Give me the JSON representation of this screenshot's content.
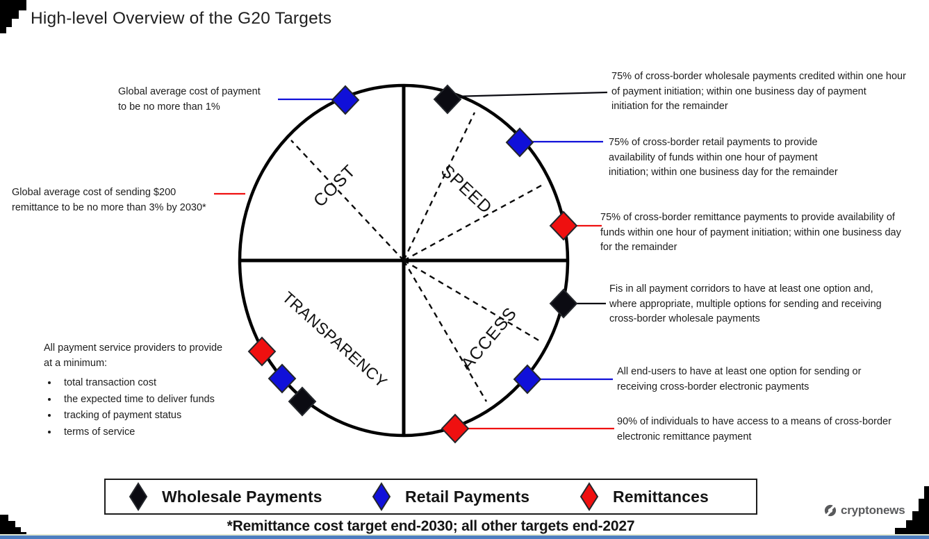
{
  "title": "High-level Overview of the G20 Targets",
  "quadrants": {
    "cost": "COST",
    "speed": "SPEED",
    "transparency": "TRANSPARENCY",
    "access": "ACCESS"
  },
  "annotations": {
    "cost_retail": "Global average cost of payment\nto be no more than 1%",
    "cost_remittance": "Global average cost of sending $200\nremittance to be no more than 3% by 2030*",
    "speed_wholesale": "75% of cross-border wholesale payments credited within one hour\nof payment initiation; within one business day of payment\ninitiation for the remainder",
    "speed_retail": "75% of cross-border retail payments to provide\navailability of funds within one hour of payment\ninitiation; within one business day for the remainder",
    "speed_remittance": "75% of cross-border remittance payments to provide availability of\nfunds within one hour of payment initiation; within one business day\nfor the remainder",
    "access_wholesale": "Fis in all payment corridors to have at least one option and,\nwhere appropriate, multiple options for sending and receiving\ncross-border wholesale payments",
    "access_retail": "All end-users to have at least one option for sending or\nreceiving cross-border electronic payments",
    "access_remittance": "90% of individuals to have access to a means of cross-border\nelectronic remittance payment",
    "transparency_header": "All payment service providers to provide\nat a minimum:",
    "transparency_bullets": [
      "total transaction cost",
      "the expected time to deliver funds",
      "tracking of payment status",
      "terms of service"
    ]
  },
  "legend": {
    "items": [
      {
        "label": "Wholesale Payments",
        "color": "#0b0b12"
      },
      {
        "label": "Retail Payments",
        "color": "#1010d9"
      },
      {
        "label": "Remittances",
        "color": "#ef1010"
      }
    ]
  },
  "footnote": "*Remittance cost target end-2030; all other targets end-2027",
  "brand": "cryptonews",
  "colors": {
    "wholesale": "#0b0b12",
    "retail": "#1010d9",
    "remittance": "#ef1010",
    "diagram_line": "#000000",
    "brand_gray": "#595a5c",
    "bottom_bar": "#4d7ec0"
  }
}
